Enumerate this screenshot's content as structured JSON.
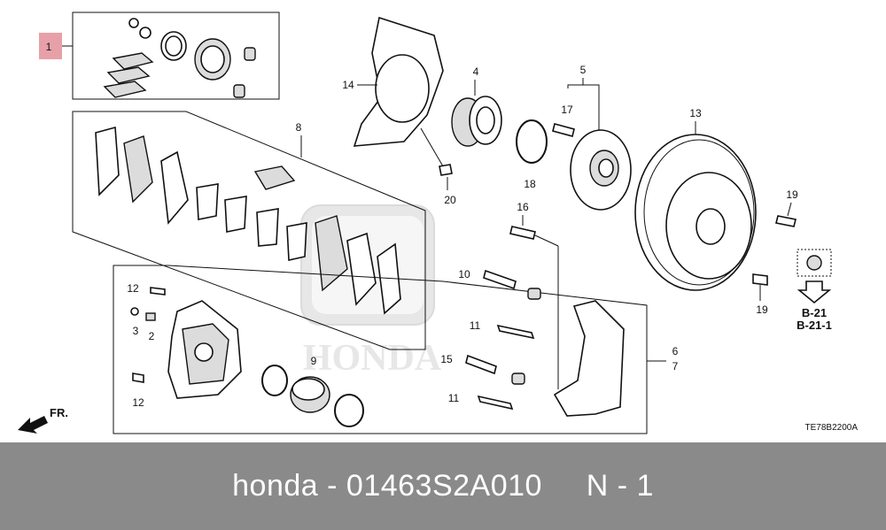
{
  "callouts": {
    "c1": "1",
    "c2": "2",
    "c3": "3",
    "c4": "4",
    "c5": "5",
    "c6": "6",
    "c7": "7",
    "c8": "8",
    "c9": "9",
    "c10": "10",
    "c11a": "11",
    "c11b": "11",
    "c12a": "12",
    "c12b": "12",
    "c13": "13",
    "c14": "14",
    "c15": "15",
    "c16": "16",
    "c17": "17",
    "c18": "18",
    "c19a": "19",
    "c19b": "19",
    "c20": "20"
  },
  "ref_labels": {
    "b21": "B-21",
    "b211": "B-21-1"
  },
  "front_label": "FR.",
  "diagram_code": "TE78B2200A",
  "watermark": "HONDA",
  "highlight_color": "#e8a0a8",
  "footer": {
    "brand": "honda",
    "separator": "-",
    "part_number": "01463S2A010",
    "qty": "N - 1"
  }
}
